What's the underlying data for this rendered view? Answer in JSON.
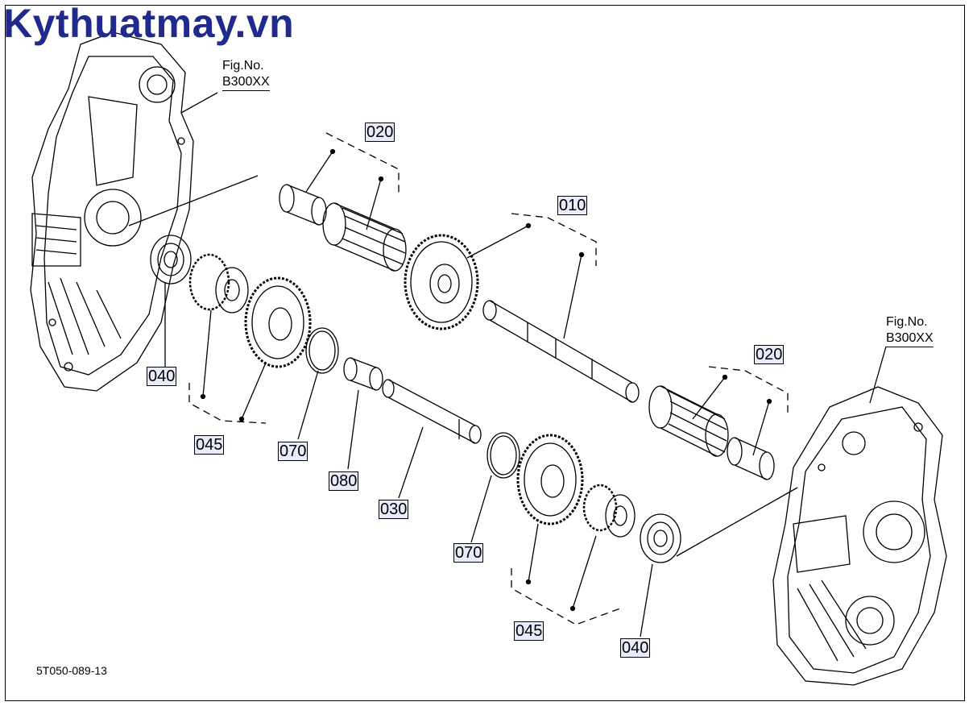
{
  "watermark": "Kythuatmay.vn",
  "figure_refs": [
    {
      "line1": "Fig.No.",
      "line2": "B300XX"
    },
    {
      "line1": "Fig.No.",
      "line2": "B300XX"
    }
  ],
  "callouts": {
    "c020_top": "020",
    "c010": "010",
    "c020_right": "020",
    "c040_left": "040",
    "c045_left": "045",
    "c070_left": "070",
    "c080": "080",
    "c030": "030",
    "c070_bottom": "070",
    "c045_bottom": "045",
    "c040_bottom": "040"
  },
  "document_id": "5T050-089-13"
}
